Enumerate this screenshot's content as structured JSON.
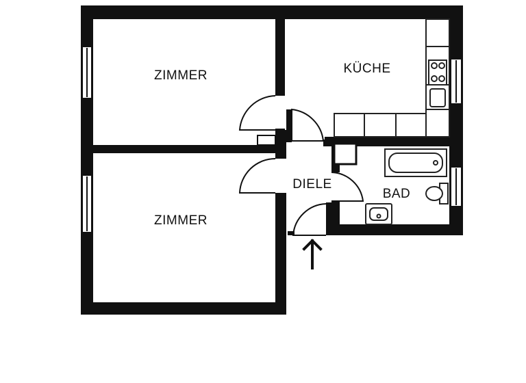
{
  "plan": {
    "rooms": {
      "zimmer_top": "ZIMMER",
      "kueche": "KÜCHE",
      "zimmer_bottom": "ZIMMER",
      "diele": "DIELE",
      "bad": "BAD"
    }
  },
  "colors": {
    "wall": "#111111",
    "background": "#ffffff",
    "fixture_stroke": "#222222"
  },
  "icons": {
    "entrance": "arrow-up-icon"
  }
}
